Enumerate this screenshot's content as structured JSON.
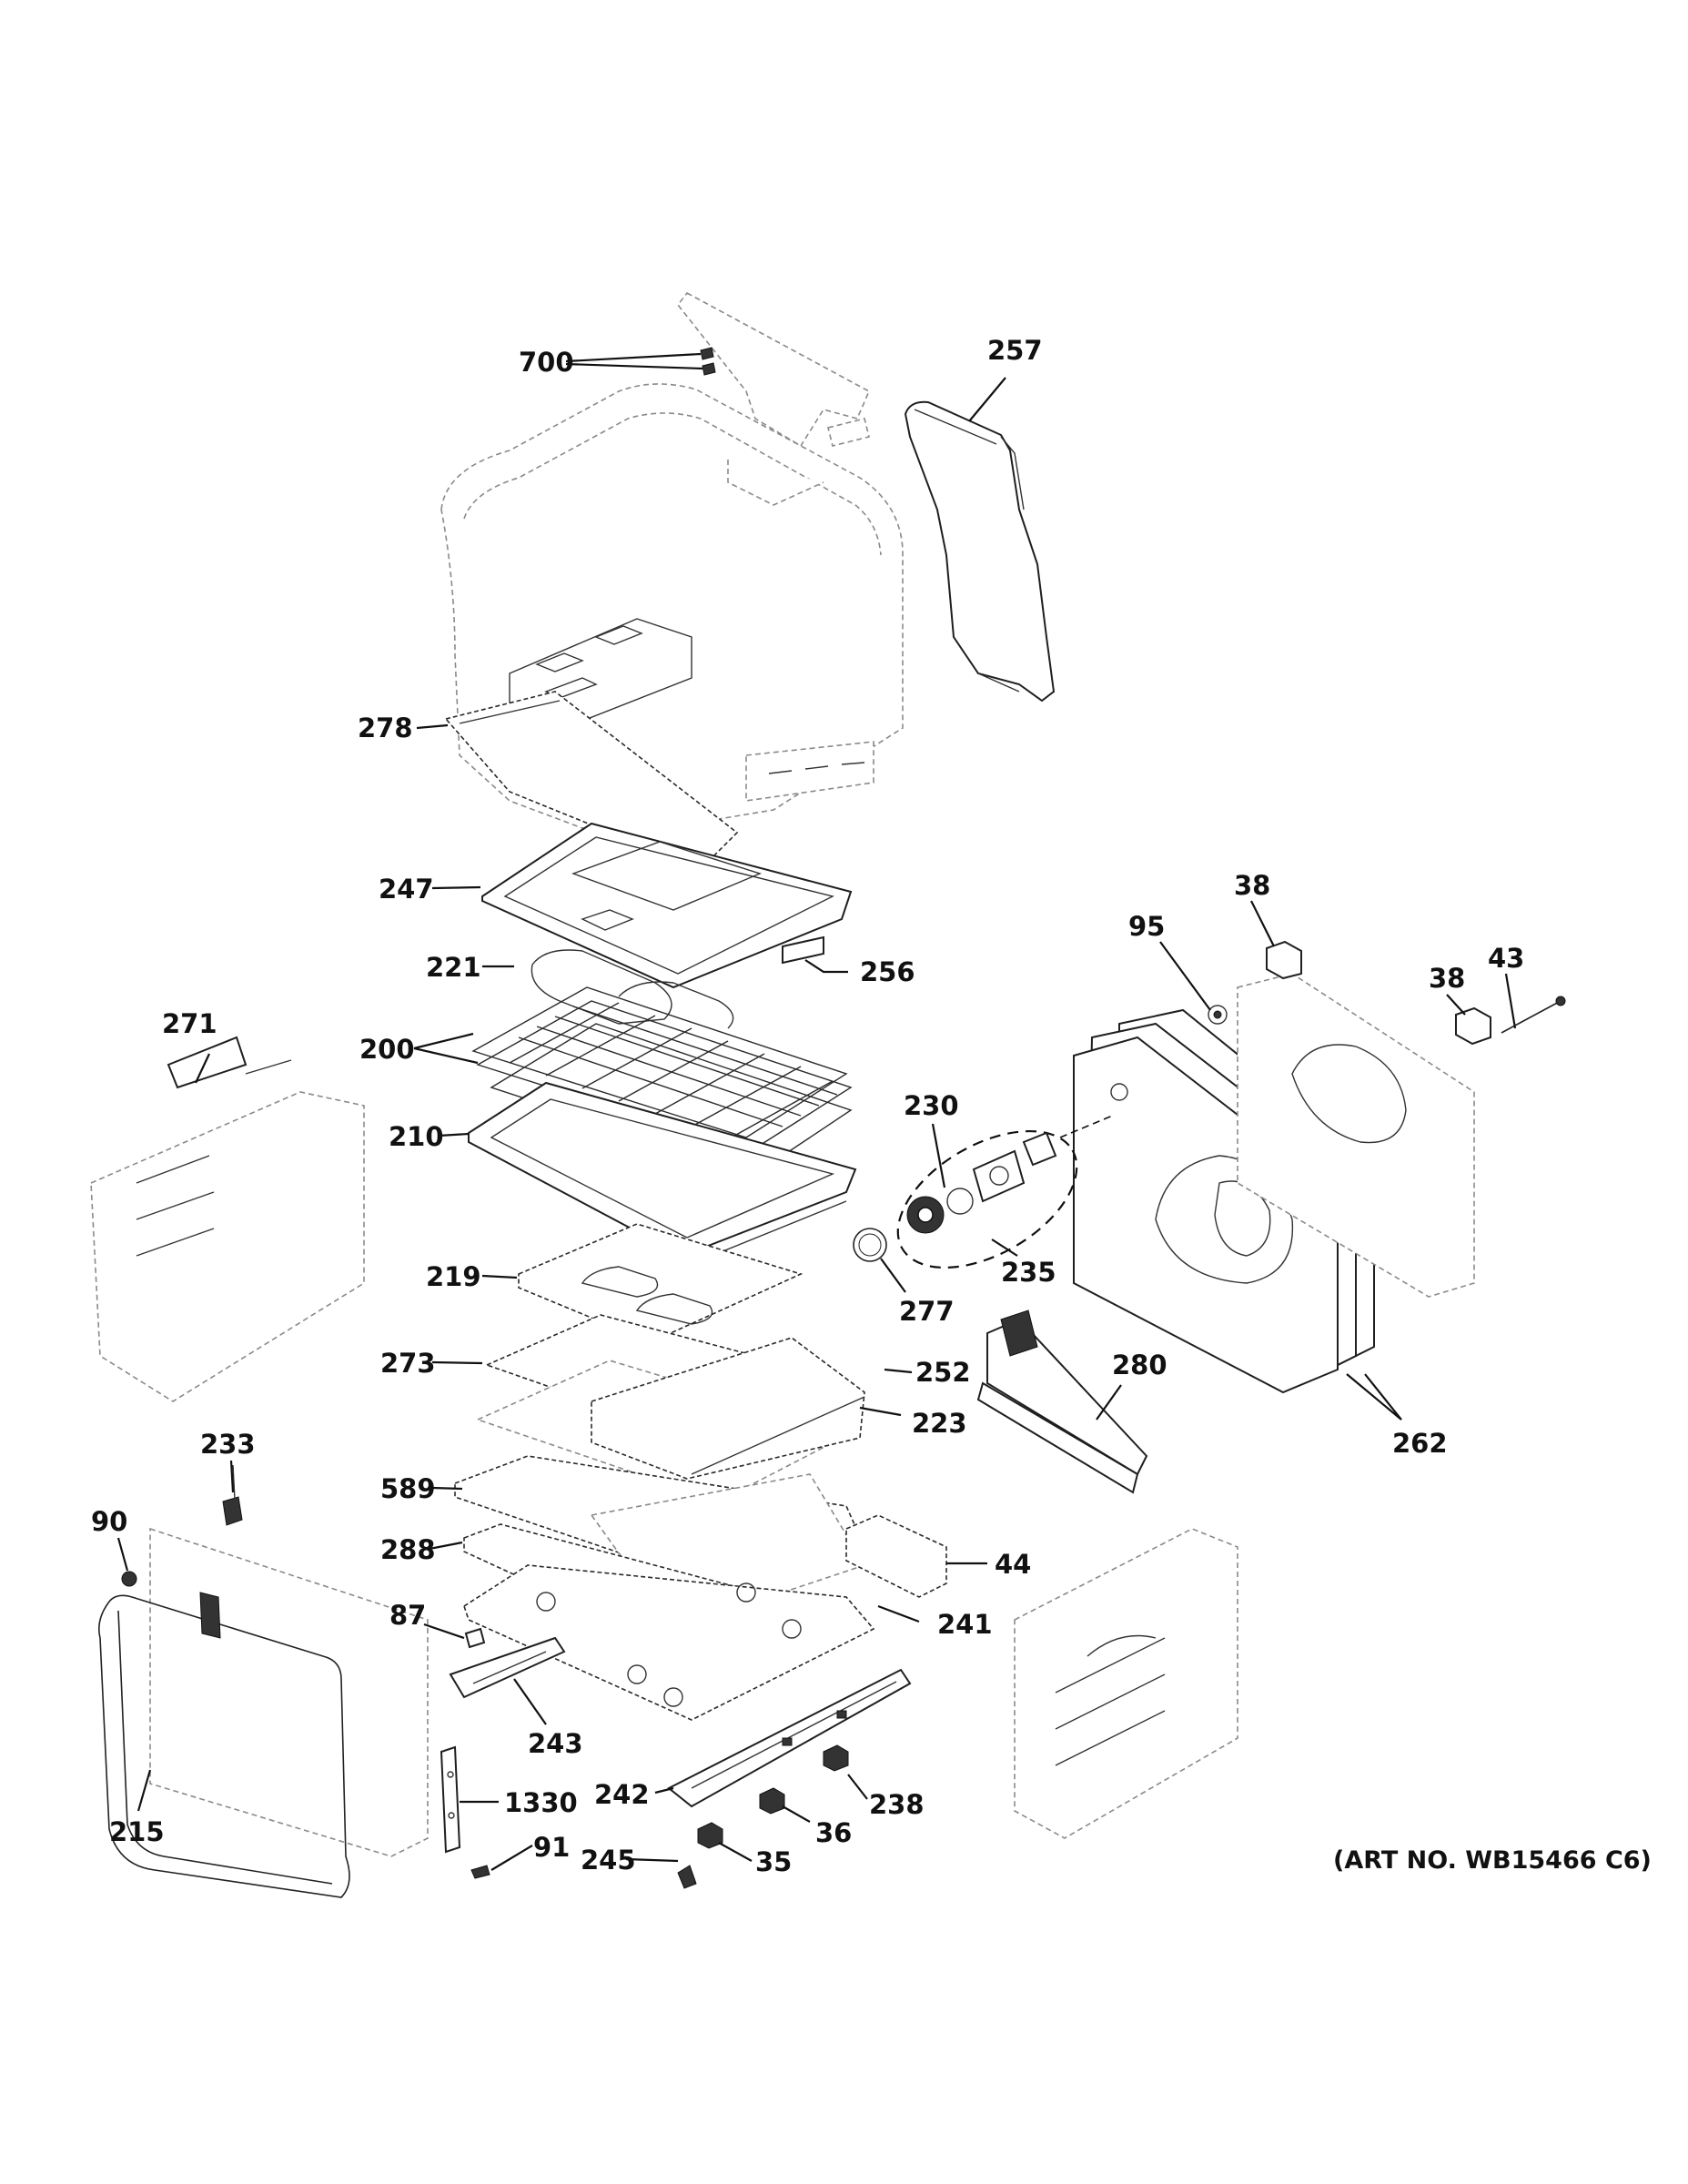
{
  "art_number": "(ART NO. WB15466 C6)",
  "parts": [
    {
      "id": "p700",
      "label": "700"
    },
    {
      "id": "p257",
      "label": "257"
    },
    {
      "id": "p278",
      "label": "278"
    },
    {
      "id": "p247",
      "label": "247"
    },
    {
      "id": "p221",
      "label": "221"
    },
    {
      "id": "p256",
      "label": "256"
    },
    {
      "id": "p271",
      "label": "271"
    },
    {
      "id": "p200",
      "label": "200"
    },
    {
      "id": "p210",
      "label": "210"
    },
    {
      "id": "p219",
      "label": "219"
    },
    {
      "id": "p273",
      "label": "273"
    },
    {
      "id": "p589",
      "label": "589"
    },
    {
      "id": "p288",
      "label": "288"
    },
    {
      "id": "p87",
      "label": "87"
    },
    {
      "id": "p233",
      "label": "233"
    },
    {
      "id": "p90",
      "label": "90"
    },
    {
      "id": "p215",
      "label": "215"
    },
    {
      "id": "p243",
      "label": "243"
    },
    {
      "id": "p1330",
      "label": "1330"
    },
    {
      "id": "p91",
      "label": "91"
    },
    {
      "id": "p245",
      "label": "245"
    },
    {
      "id": "p35",
      "label": "35"
    },
    {
      "id": "p36",
      "label": "36"
    },
    {
      "id": "p242",
      "label": "242"
    },
    {
      "id": "p238",
      "label": "238"
    },
    {
      "id": "p241",
      "label": "241"
    },
    {
      "id": "p44",
      "label": "44"
    },
    {
      "id": "p223",
      "label": "223"
    },
    {
      "id": "p252",
      "label": "252"
    },
    {
      "id": "p277",
      "label": "277"
    },
    {
      "id": "p230",
      "label": "230"
    },
    {
      "id": "p235",
      "label": "235"
    },
    {
      "id": "p280",
      "label": "280"
    },
    {
      "id": "p262",
      "label": "262"
    },
    {
      "id": "p95",
      "label": "95"
    },
    {
      "id": "p38a",
      "label": "38"
    },
    {
      "id": "p38b",
      "label": "38"
    },
    {
      "id": "p43",
      "label": "43"
    }
  ]
}
